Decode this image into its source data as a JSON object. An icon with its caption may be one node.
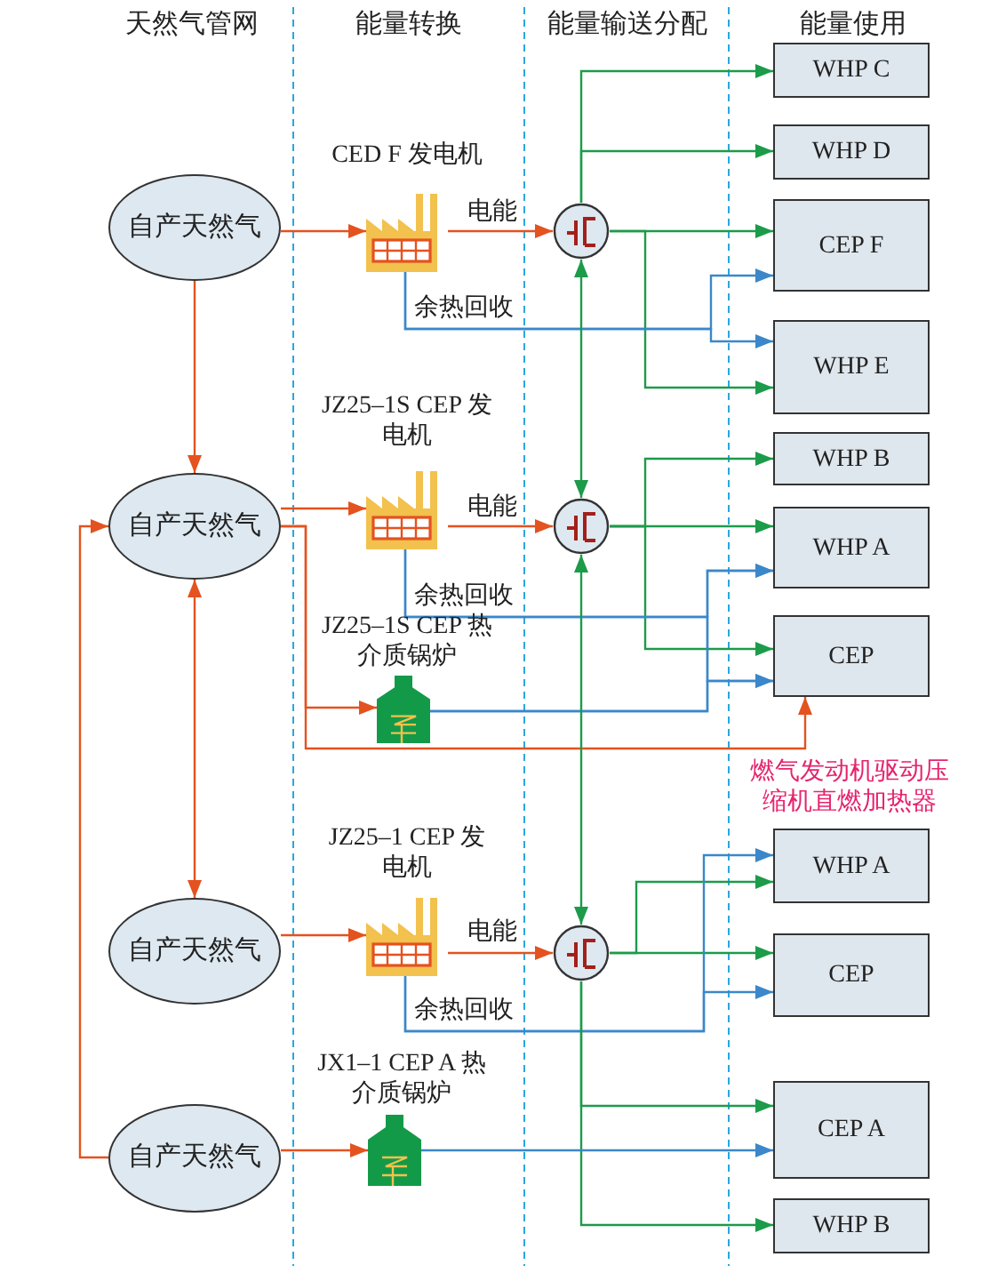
{
  "diagram": {
    "nodes": [
      {
        "text": [
          "自产天然气"
        ]
      },
      {
        "text": [],
        "shape": "factory",
        "beside": [
          "CED F 发电机"
        ]
      },
      {
        "text": [],
        "shape": "circle"
      },
      {
        "text": [
          "WHP C"
        ]
      },
      {
        "text": [
          "WHP D"
        ]
      },
      {
        "text": [
          "CEP F"
        ]
      },
      {
        "text": [
          "WHP E"
        ]
      },
      {
        "text": [
          "自产天然气"
        ]
      },
      {
        "text": [],
        "shape": "factory",
        "beside": [
          "JZ25–1S CEP 发电机"
        ]
      },
      {
        "text": [],
        "shape": "circle"
      },
      {
        "text": [
          "WHP B"
        ]
      },
      {
        "text": [
          "WHP A"
        ]
      },
      {
        "text": [
          "CEP"
        ]
      },
      {
        "text": [],
        "shape": "tank",
        "beside": [
          "JZ25–1S CEP 热介质锅炉"
        ]
      },
      {
        "text": [
          "自产天然气"
        ]
      },
      {
        "text": [],
        "shape": "factory",
        "beside": [
          "JZ25–1 CEP 发电机"
        ]
      },
      {
        "text": [],
        "shape": "circle"
      },
      {
        "text": [
          "WHP A"
        ]
      },
      {
        "text": [
          "CEP"
        ]
      },
      {
        "text": [
          "自产天然气"
        ]
      },
      {
        "text": [],
        "shape": "tank",
        "beside": [
          "JX1–1 CEP A 热介质锅炉"
        ]
      },
      {
        "text": [
          "CEP A"
        ]
      },
      {
        "text": [
          "WHP B"
        ]
      }
    ],
    "edges": [
      {
        "from": 0,
        "to": 1,
        "arrow": "to",
        "color": "#e4521f"
      },
      {
        "from": 1,
        "to": 2,
        "arrow": "to",
        "label": "电能",
        "color": "#e4521f"
      },
      {
        "from": 2,
        "to": 3,
        "arrow": "to"
      },
      {
        "from": 2,
        "to": 4,
        "arrow": "to"
      },
      {
        "from": 2,
        "to": 5,
        "arrow": "to"
      },
      {
        "from": 2,
        "to": 6,
        "arrow": "to"
      },
      {
        "from": 1,
        "to": 5,
        "arrow": "to",
        "label": "余热回收",
        "color": "#3b87c9"
      },
      {
        "from": 1,
        "to": 6,
        "arrow": "to",
        "color": "#3b87c9"
      },
      {
        "from": 0,
        "to": 7,
        "arrow": "to",
        "color": "#e4521f"
      },
      {
        "from": 7,
        "to": 14,
        "arrow": "both",
        "color": "#e4521f"
      },
      {
        "from": 19,
        "to": 7,
        "arrow": "to",
        "color": "#e4521f"
      },
      {
        "from": 7,
        "to": 8,
        "arrow": "to",
        "color": "#e4521f"
      },
      {
        "from": 8,
        "to": 9,
        "arrow": "to",
        "label": "电能",
        "color": "#e4521f"
      },
      {
        "from": 9,
        "to": 10,
        "arrow": "to"
      },
      {
        "from": 9,
        "to": 11,
        "arrow": "to"
      },
      {
        "from": 9,
        "to": 12,
        "arrow": "to"
      },
      {
        "from": 8,
        "to": 11,
        "arrow": "to",
        "label": "余热回收",
        "color": "#3b87c9"
      },
      {
        "from": 8,
        "to": 12,
        "arrow": "to",
        "color": "#3b87c9"
      },
      {
        "from": 7,
        "to": 13,
        "arrow": "to",
        "color": "#e4521f"
      },
      {
        "from": 13,
        "to": 11,
        "arrow": "to",
        "color": "#3b87c9"
      },
      {
        "from": 13,
        "to": 12,
        "arrow": "to",
        "color": "#3b87c9"
      },
      {
        "from": 7,
        "to": 12,
        "arrow": "to",
        "color": "#e4521f"
      },
      {
        "from": 2,
        "to": 9,
        "arrow": "both"
      },
      {
        "from": 9,
        "to": 16,
        "arrow": "both"
      },
      {
        "from": 14,
        "to": 15,
        "arrow": "to",
        "color": "#e4521f"
      },
      {
        "from": 15,
        "to": 16,
        "arrow": "to",
        "label": "电能",
        "color": "#e4521f"
      },
      {
        "from": 16,
        "to": 17,
        "arrow": "to"
      },
      {
        "from": 16,
        "to": 18,
        "arrow": "to"
      },
      {
        "from": 15,
        "to": 17,
        "arrow": "to",
        "label": "余热回收",
        "color": "#3b87c9"
      },
      {
        "from": 15,
        "to": 18,
        "arrow": "to",
        "color": "#3b87c9"
      },
      {
        "from": 16,
        "to": 21,
        "arrow": "to"
      },
      {
        "from": 16,
        "to": 22,
        "arrow": "to"
      },
      {
        "from": 19,
        "to": 20,
        "arrow": "to",
        "color": "#e4521f"
      },
      {
        "from": 20,
        "to": 21,
        "arrow": "to",
        "color": "#3b87c9"
      }
    ],
    "labels": [
      "天然气管网",
      "能量转换",
      "能量输送分配",
      "能量使用",
      "燃气发动机驱动压缩机直燃加热器"
    ]
  }
}
